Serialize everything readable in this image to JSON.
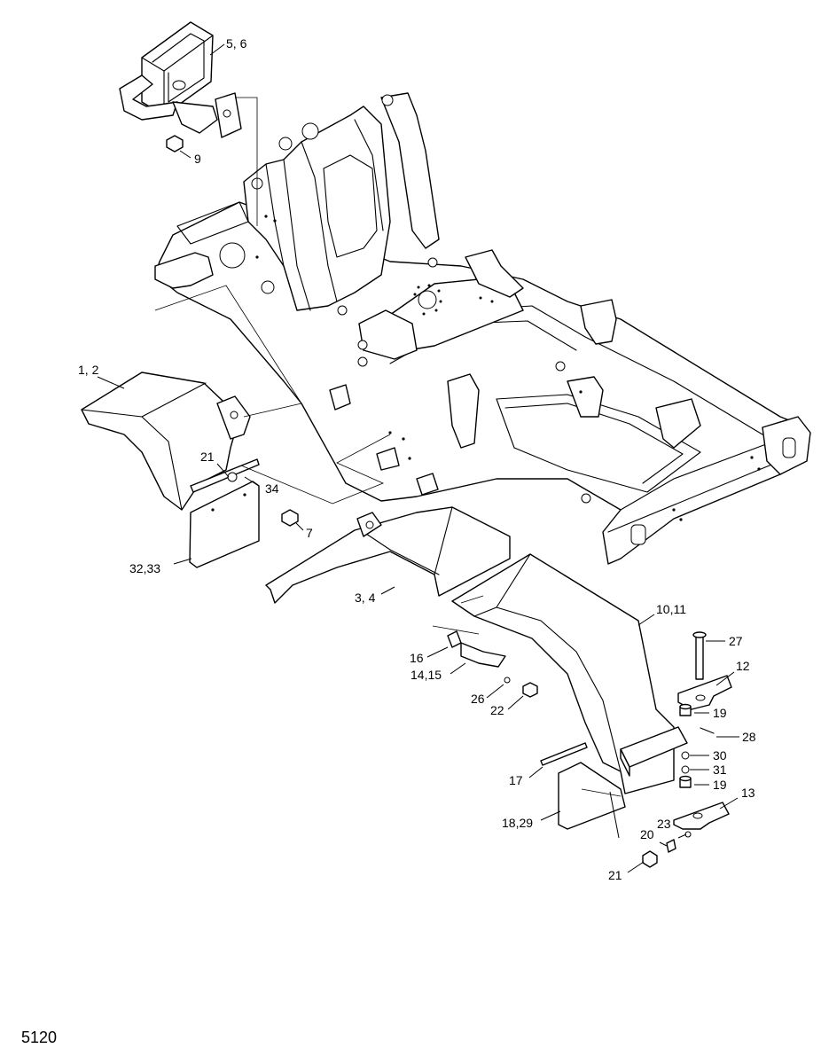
{
  "page": {
    "number": "5120"
  },
  "callouts": {
    "c_5_6": "5, 6",
    "c_9": "9",
    "c_1_2": "1, 2",
    "c_21_upper": "21",
    "c_34": "34",
    "c_7": "7",
    "c_32_33": "32,33",
    "c_3_4": "3, 4",
    "c_10_11": "10,11",
    "c_27": "27",
    "c_12": "12",
    "c_16": "16",
    "c_14_15": "14,15",
    "c_26": "26",
    "c_22": "22",
    "c_19_upper": "19",
    "c_28": "28",
    "c_30": "30",
    "c_31": "31",
    "c_19_lower": "19",
    "c_13": "13",
    "c_17": "17",
    "c_18_29": "18,29",
    "c_23": "23",
    "c_20": "20",
    "c_21_lower": "21"
  }
}
